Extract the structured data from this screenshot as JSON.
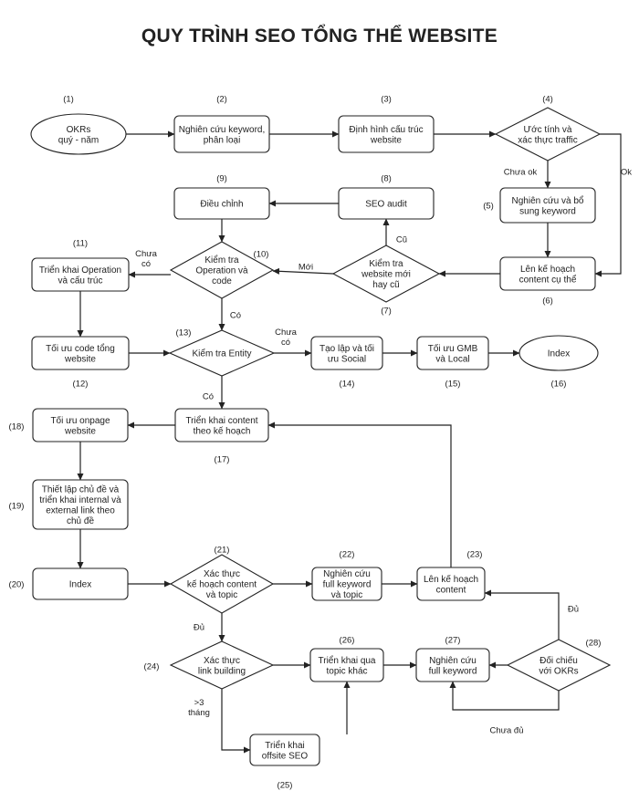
{
  "title": "QUY TRÌNH SEO TỔNG THỂ WEBSITE",
  "nodes": [
    {
      "id": "n1",
      "num": "(1)",
      "lines": [
        "OKRs",
        "quý - năm"
      ]
    },
    {
      "id": "n2",
      "num": "(2)",
      "lines": [
        "Nghiên cứu keyword,",
        "phân loại"
      ]
    },
    {
      "id": "n3",
      "num": "(3)",
      "lines": [
        "Định hình cấu trúc",
        "website"
      ]
    },
    {
      "id": "n4",
      "num": "(4)",
      "lines": [
        "Ước tính và",
        "xác thực traffic"
      ]
    },
    {
      "id": "n5",
      "num": "(5)",
      "lines": [
        "Nghiên cứu và bổ",
        "sung keyword"
      ]
    },
    {
      "id": "n6",
      "num": "(6)",
      "lines": [
        "Lên kế hoạch",
        "content cụ thể"
      ]
    },
    {
      "id": "n7",
      "num": "(7)",
      "lines": [
        "Kiểm tra",
        "website mới",
        "hay cũ"
      ]
    },
    {
      "id": "n8",
      "num": "(8)",
      "lines": [
        "SEO audit"
      ]
    },
    {
      "id": "n9",
      "num": "(9)",
      "lines": [
        "Điều chỉnh"
      ]
    },
    {
      "id": "n10",
      "num": "(10)",
      "lines": [
        "Kiểm tra",
        "Operation và",
        "code"
      ]
    },
    {
      "id": "n11",
      "num": "(11)",
      "lines": [
        "Triển khai Operation",
        "và cấu trúc"
      ]
    },
    {
      "id": "n12",
      "num": "(12)",
      "lines": [
        "Tối ưu code tổng",
        "website"
      ]
    },
    {
      "id": "n13",
      "num": "(13)",
      "lines": [
        "Kiểm tra Entity"
      ]
    },
    {
      "id": "n14",
      "num": "(14)",
      "lines": [
        "Tạo lập và tối",
        "ưu Social"
      ]
    },
    {
      "id": "n15",
      "num": "(15)",
      "lines": [
        "Tối ưu GMB",
        "và Local"
      ]
    },
    {
      "id": "n16",
      "num": "(16)",
      "lines": [
        "Index"
      ]
    },
    {
      "id": "n17",
      "num": "(17)",
      "lines": [
        "Triển khai content",
        "theo kế hoạch"
      ]
    },
    {
      "id": "n18",
      "num": "(18)",
      "lines": [
        "Tối ưu onpage",
        "website"
      ]
    },
    {
      "id": "n19",
      "num": "(19)",
      "lines": [
        "Thiết lập chủ đề và",
        "triển khai internal và",
        "external link theo",
        "chủ đề"
      ]
    },
    {
      "id": "n20",
      "num": "(20)",
      "lines": [
        "Index"
      ]
    },
    {
      "id": "n21",
      "num": "(21)",
      "lines": [
        "Xác thực",
        "kế hoạch content",
        "và topic"
      ]
    },
    {
      "id": "n22",
      "num": "(22)",
      "lines": [
        "Nghiên cứu",
        "full keyword",
        "và topic"
      ]
    },
    {
      "id": "n23",
      "num": "(23)",
      "lines": [
        "Lên kế hoạch",
        "content"
      ]
    },
    {
      "id": "n24",
      "num": "(24)",
      "lines": [
        "Xác thực",
        "link building"
      ]
    },
    {
      "id": "n25",
      "num": "(25)",
      "lines": [
        "Triển khai",
        "offsite SEO"
      ]
    },
    {
      "id": "n26",
      "num": "(26)",
      "lines": [
        "Triển khai qua",
        "topic khác"
      ]
    },
    {
      "id": "n27",
      "num": "(27)",
      "lines": [
        "Nghiên cứu",
        "full keyword"
      ]
    },
    {
      "id": "n28",
      "num": "(28)",
      "lines": [
        "Đối chiếu",
        "với OKRs"
      ]
    }
  ],
  "edge_labels": [
    {
      "id": "e_ok",
      "lines": [
        "Ok"
      ]
    },
    {
      "id": "e_chuaok",
      "lines": [
        "Chưa ok"
      ]
    },
    {
      "id": "e_cu",
      "lines": [
        "Cũ"
      ]
    },
    {
      "id": "e_moi",
      "lines": [
        "Mới"
      ]
    },
    {
      "id": "e_chuaco1",
      "lines": [
        "Chưa",
        "có"
      ]
    },
    {
      "id": "e_co1",
      "lines": [
        "Có"
      ]
    },
    {
      "id": "e_chuaco2",
      "lines": [
        "Chưa",
        "có"
      ]
    },
    {
      "id": "e_co2",
      "lines": [
        "Có"
      ]
    },
    {
      "id": "e_du1",
      "lines": [
        "Đủ"
      ]
    },
    {
      "id": "e_du2",
      "lines": [
        "Đủ"
      ]
    },
    {
      "id": "e_3thang",
      "lines": [
        ">3",
        "tháng"
      ]
    },
    {
      "id": "e_chuadu",
      "lines": [
        "Chưa đủ"
      ]
    }
  ]
}
